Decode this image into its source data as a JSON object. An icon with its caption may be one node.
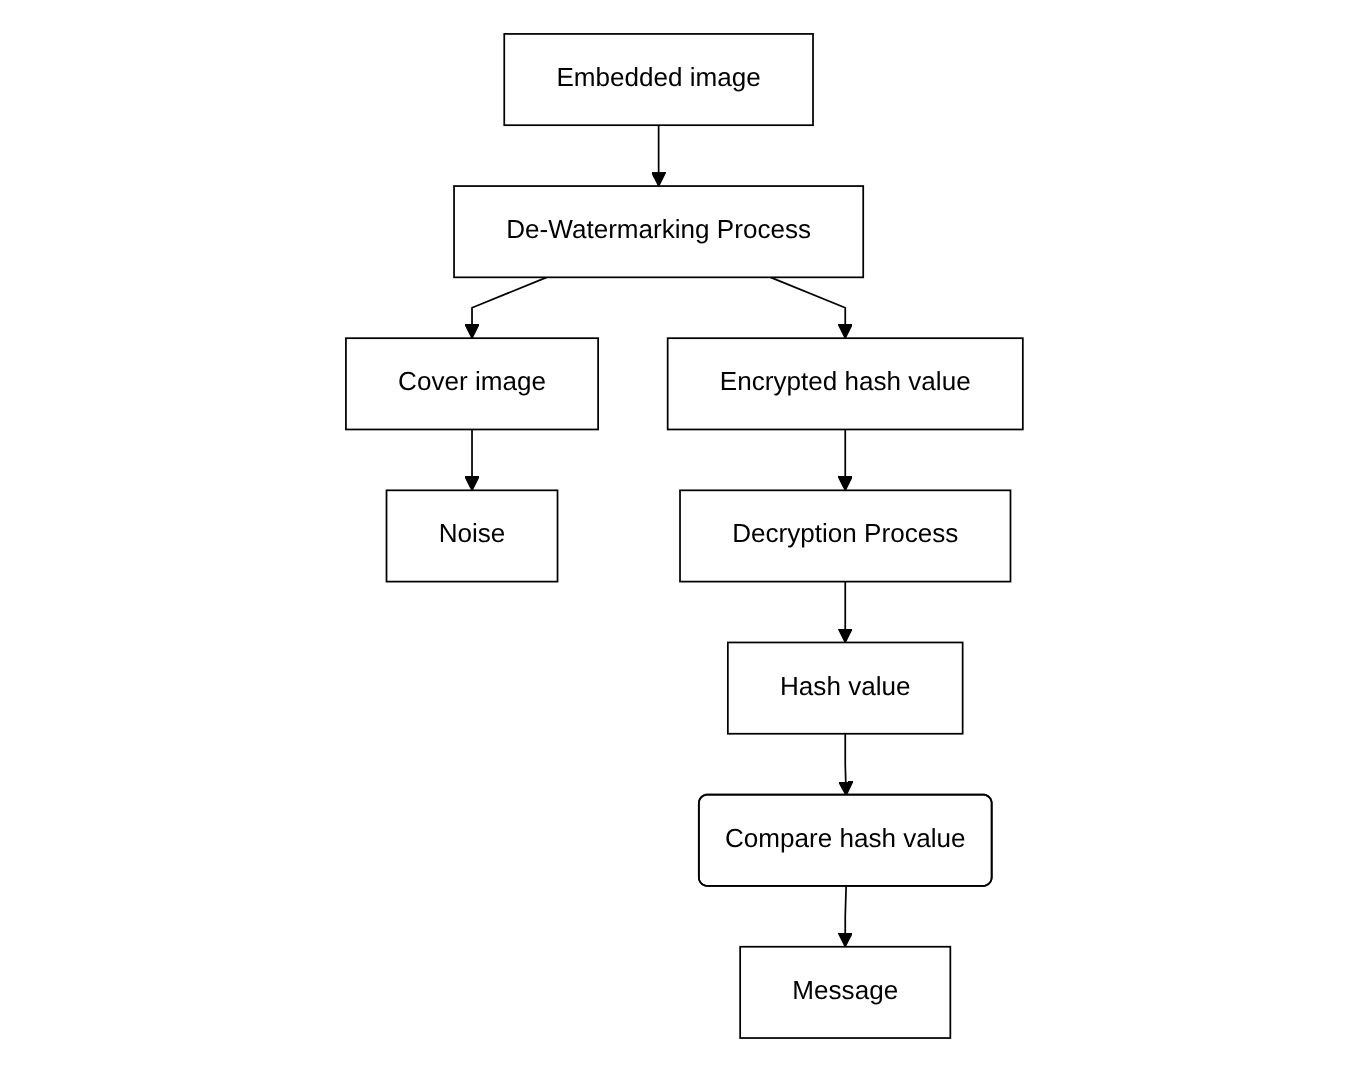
{
  "diagram": {
    "nodes": [
      {
        "text": [
          "Embedded image"
        ]
      },
      {
        "text": [
          "De-Watermarking Process"
        ]
      },
      {
        "text": [
          "Noise"
        ]
      },
      {
        "text": [
          "Cover image"
        ]
      },
      {
        "text": [
          "Encrypted hash value"
        ]
      },
      {
        "text": [
          "Decryption Process"
        ]
      },
      {
        "text": [
          "Hash value"
        ]
      },
      {
        "text": [
          "Compare hash value"
        ]
      },
      {
        "text": [
          "Message"
        ]
      }
    ],
    "edges": [
      {
        "from": 0,
        "to": 1,
        "arrow": "to"
      },
      {
        "from": 1,
        "to": 3,
        "arrow": "to"
      },
      {
        "from": 1,
        "to": 4,
        "arrow": "to"
      },
      {
        "from": 3,
        "to": 2,
        "arrow": "to"
      },
      {
        "from": 4,
        "to": 5,
        "arrow": "to"
      },
      {
        "from": 5,
        "to": 6,
        "arrow": "to"
      },
      {
        "from": 6,
        "to": 7,
        "arrow": "to"
      },
      {
        "from": 7,
        "to": 8,
        "arrow": "to"
      }
    ]
  }
}
